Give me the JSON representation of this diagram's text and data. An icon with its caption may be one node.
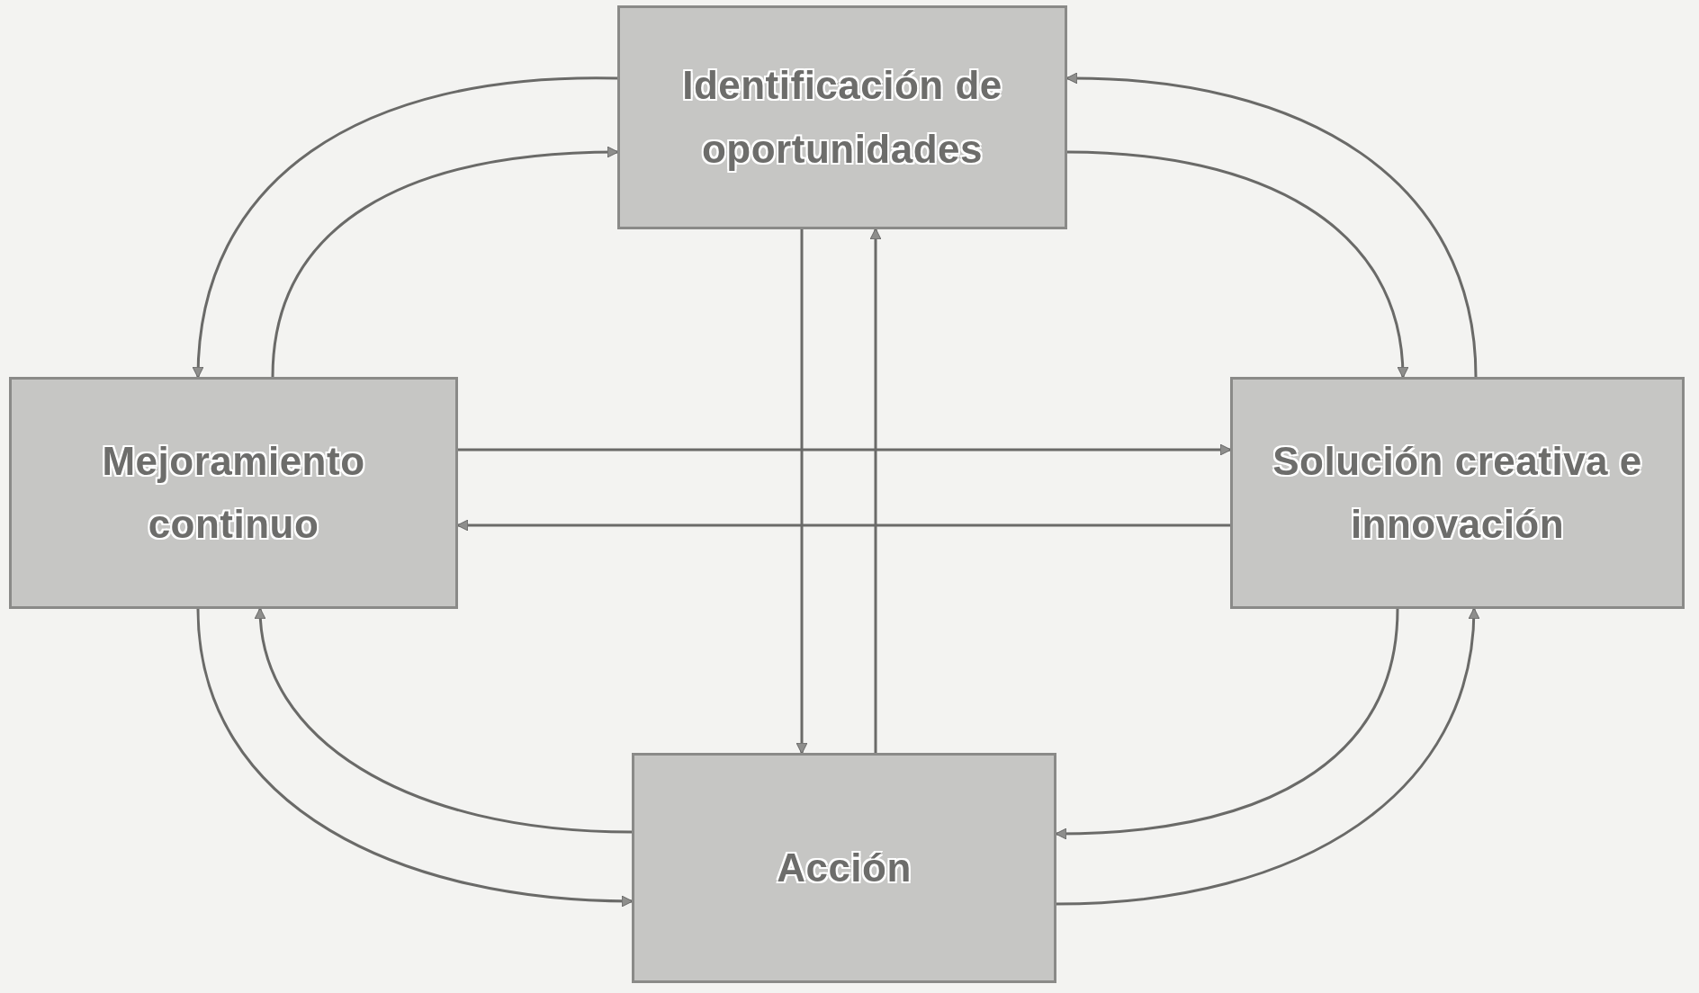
{
  "diagram": {
    "nodes": [
      {
        "text": [
          "Identificación de oportunidades"
        ]
      },
      {
        "text": [
          "Mejoramiento continuo"
        ]
      },
      {
        "text": [
          "Solución creativa e innovación"
        ]
      },
      {
        "text": [
          "Acción"
        ]
      }
    ],
    "edges": [
      {
        "from": 0,
        "to": 1,
        "arrow": "to"
      },
      {
        "from": 1,
        "to": 0,
        "arrow": "to"
      },
      {
        "from": 0,
        "to": 2,
        "arrow": "to"
      },
      {
        "from": 2,
        "to": 0,
        "arrow": "to"
      },
      {
        "from": 1,
        "to": 2,
        "arrow": "to"
      },
      {
        "from": 2,
        "to": 1,
        "arrow": "to"
      },
      {
        "from": 0,
        "to": 3,
        "arrow": "to"
      },
      {
        "from": 3,
        "to": 0,
        "arrow": "to"
      },
      {
        "from": 3,
        "to": 1,
        "arrow": "to"
      },
      {
        "from": 1,
        "to": 3,
        "arrow": "to"
      },
      {
        "from": 2,
        "to": 3,
        "arrow": "to"
      },
      {
        "from": 3,
        "to": 2,
        "arrow": "to"
      }
    ]
  }
}
